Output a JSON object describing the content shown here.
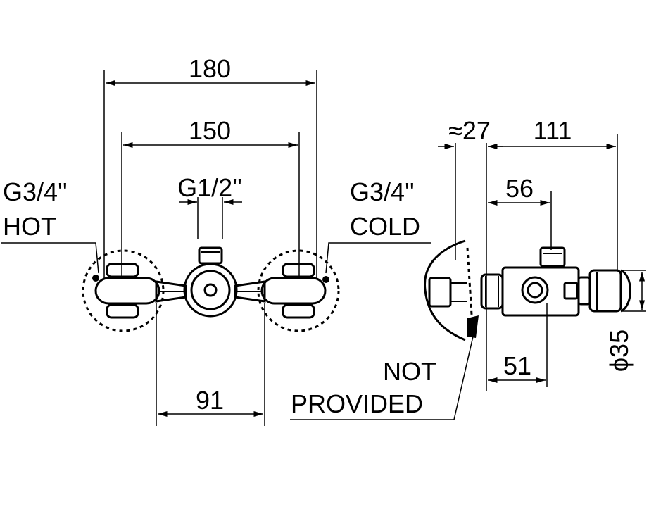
{
  "dimensions": {
    "overall_width": "180",
    "inlet_centres": "150",
    "outlet_thread": "G1/2''",
    "body_width": "91",
    "wall_gap": "≈27",
    "overall_depth": "111",
    "outlet_offset": "56",
    "spindle_offset": "51",
    "handle_diameter": "ϕ35"
  },
  "labels": {
    "hot_thread": "G3/4''",
    "hot": "HOT",
    "cold_thread": "G3/4''",
    "cold": "COLD",
    "not_provided_1": "NOT",
    "not_provided_2": "PROVIDED"
  }
}
